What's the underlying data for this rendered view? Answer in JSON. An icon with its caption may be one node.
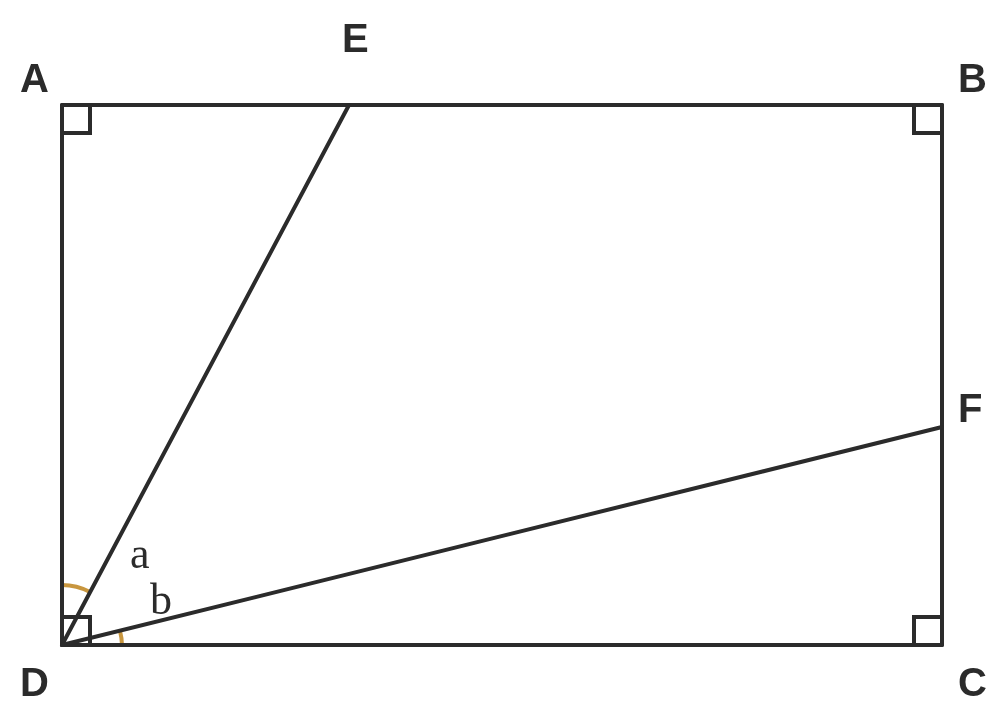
{
  "diagram": {
    "nodes": [
      {
        "text": [
          "A"
        ]
      },
      {
        "text": [
          "E"
        ]
      },
      {
        "text": [
          "B"
        ]
      },
      {
        "text": [
          "F"
        ]
      },
      {
        "text": [
          "D"
        ]
      },
      {
        "text": [
          "C"
        ]
      }
    ],
    "edges": [
      {
        "from": 0,
        "to": 2,
        "arrow": "none"
      },
      {
        "from": 2,
        "to": 5,
        "arrow": "none"
      },
      {
        "from": 5,
        "to": 4,
        "arrow": "none"
      },
      {
        "from": 4,
        "to": 0,
        "arrow": "none"
      },
      {
        "from": 4,
        "to": 1,
        "arrow": "none"
      },
      {
        "from": 4,
        "to": 3,
        "arrow": "none"
      }
    ],
    "labels": [
      "a",
      "b"
    ]
  }
}
